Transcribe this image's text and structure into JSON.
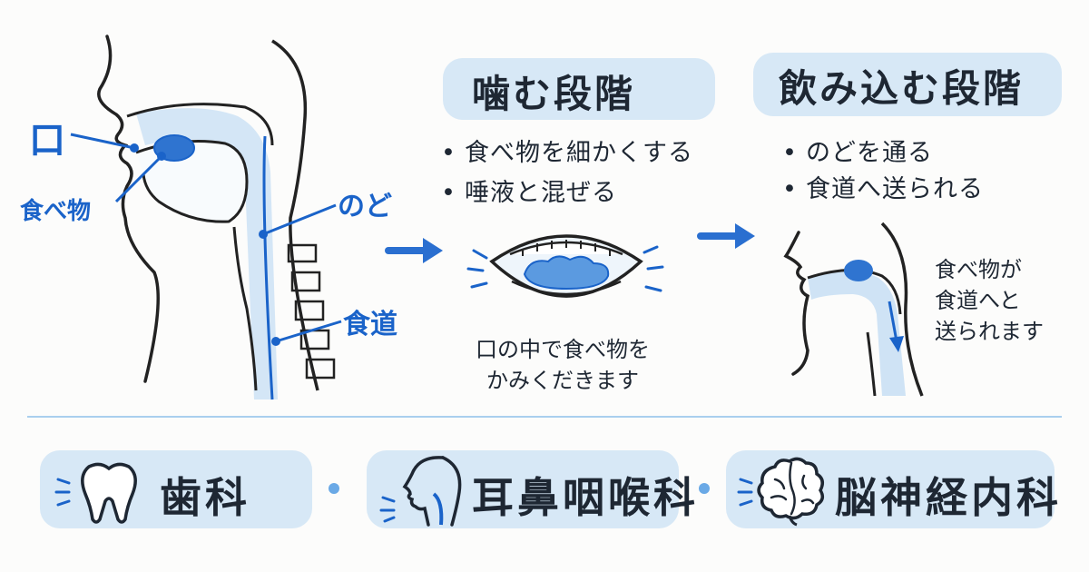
{
  "anatomy": {
    "labels": {
      "mouth": "口",
      "food": "食べ物",
      "throat": "のど",
      "esophagus": "食道"
    }
  },
  "chewing": {
    "title": "噛む段階",
    "bullets": [
      "食べ物を細かくする",
      "唾液と混ぜる"
    ],
    "caption": [
      "口の中で食べ物を",
      "かみくだきます"
    ]
  },
  "swallowing": {
    "title": "飲み込む段階",
    "bullets": [
      "のどを通る",
      "食道へ送られる"
    ],
    "caption": [
      "食べ物が",
      "食道へと",
      "送られます"
    ]
  },
  "departments": [
    {
      "label": "歯科",
      "icon": "tooth-icon"
    },
    {
      "label": "耳鼻咽喉科",
      "icon": "head-throat-icon"
    },
    {
      "label": "脳神経内科",
      "icon": "brain-icon"
    }
  ],
  "bullet_symbol": "•",
  "colors": {
    "accent": "#1a63c9",
    "wash": "#d7e8f6",
    "ink": "#1e2733",
    "divider": "#a9cfee"
  }
}
